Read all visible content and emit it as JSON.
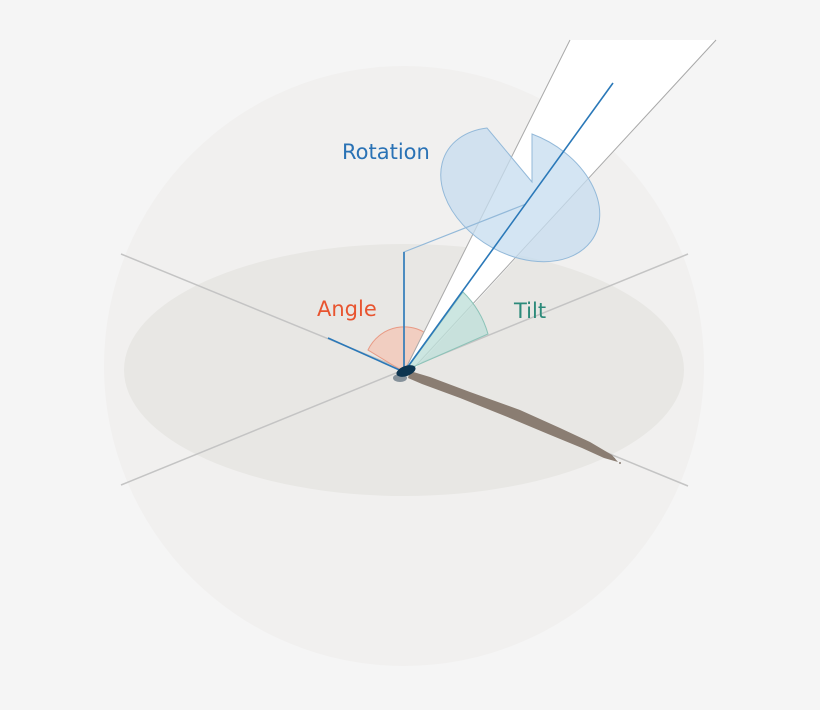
{
  "labels": {
    "rotation": "Rotation",
    "angle": "Angle",
    "tilt": "Tilt"
  },
  "colors": {
    "background": "#f5f5f5",
    "sphere": "#f1f0ef",
    "plane": "#e8e7e4",
    "axis_line": "#c4c4c4",
    "beam": "#ffffff",
    "beam_edge": "#a8a8a8",
    "pen_axis": "#2a78b8",
    "rotation_text": "#2a72b5",
    "rotation_fill": "#c6dcef",
    "rotation_stroke": "#93b9d9",
    "angle_text": "#e8542f",
    "angle_fill": "#f4c5b6",
    "tilt_text": "#2c8a7a",
    "tilt_fill": "#bfe0da",
    "stroke_mark": "#8a7d72",
    "pen_tip": "#0d3550"
  }
}
